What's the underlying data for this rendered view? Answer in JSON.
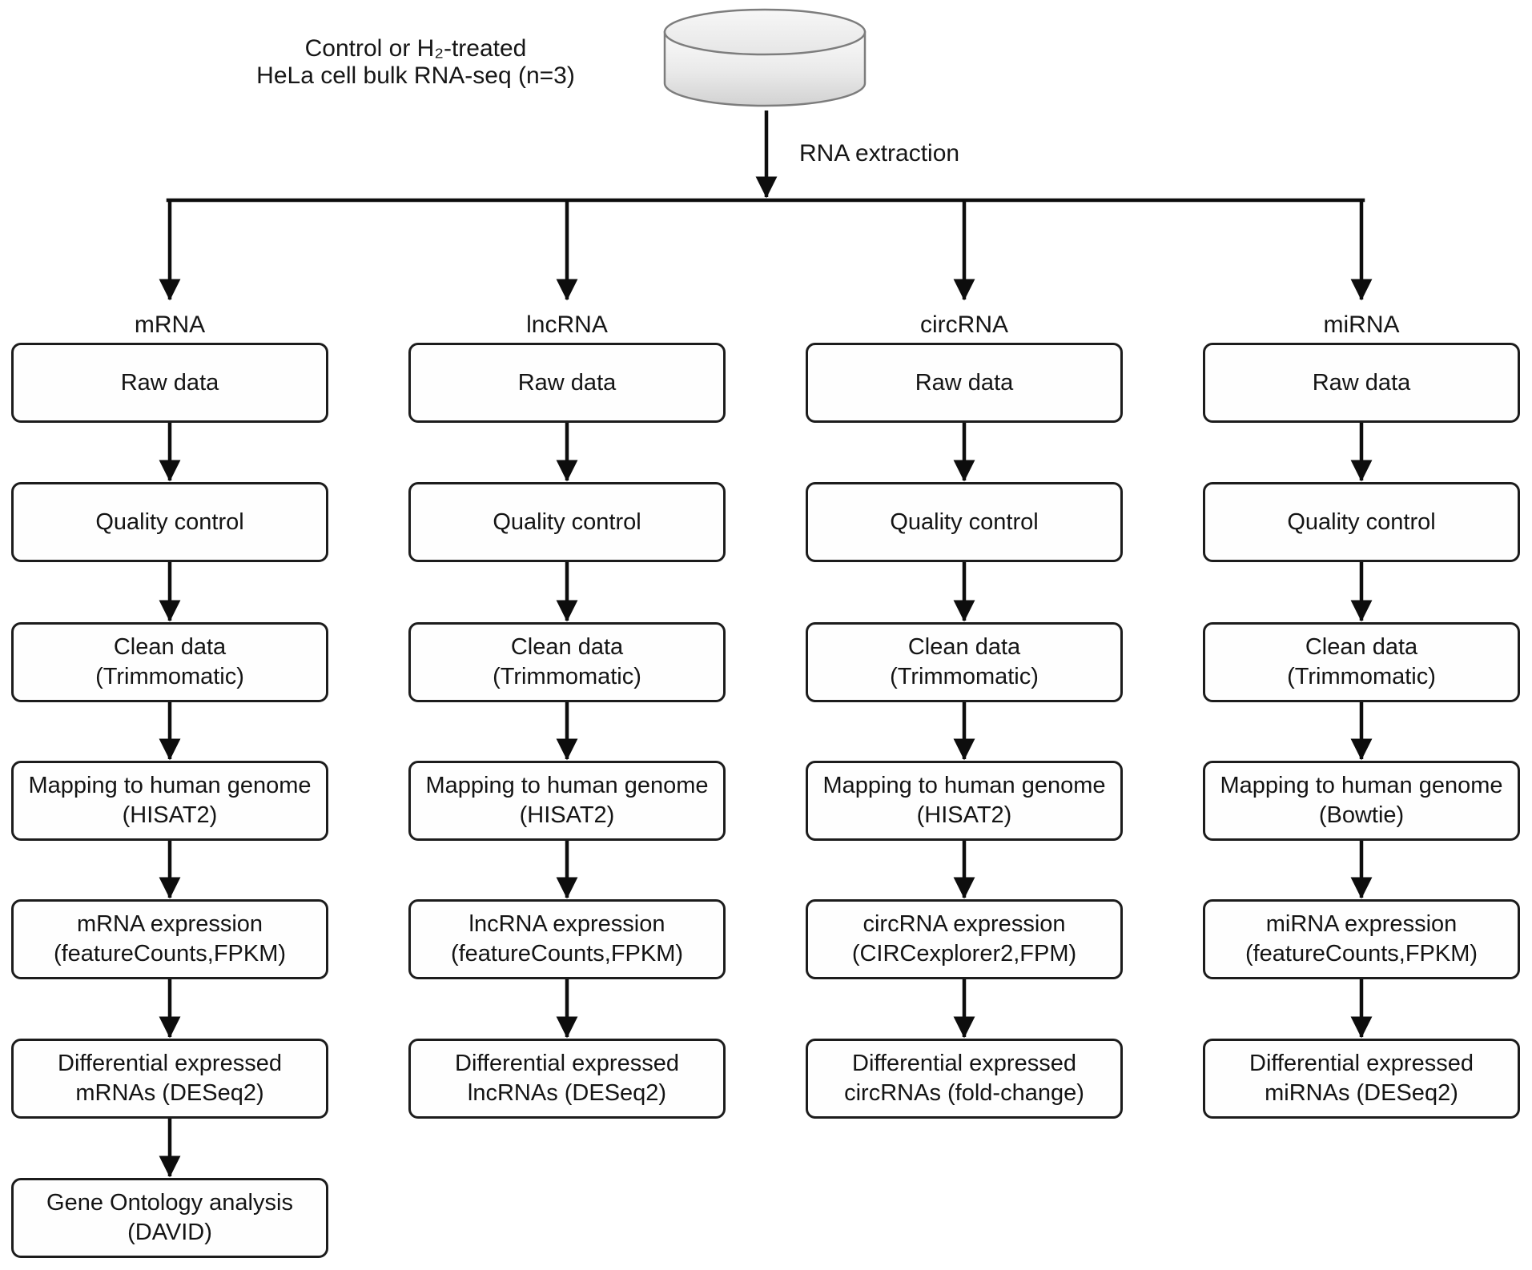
{
  "diagram": {
    "source": {
      "shape": "database-cylinder",
      "label_line1": "Control or H₂-treated",
      "label_line2": "HeLa cell bulk RNA-seq (n=3)"
    },
    "extraction_label": "RNA extraction",
    "colors": {
      "line": "#0d0d0d",
      "box_border": "#1c1c1c",
      "box_fill": "#fefefe",
      "cylinder_fill": "#e8e8e8",
      "cylinder_stroke": "#7d7d7d",
      "background": "#ffffff"
    },
    "columns": [
      {
        "label": "mRNA",
        "boxes": [
          {
            "line1": "Raw data",
            "line2": ""
          },
          {
            "line1": "Quality control",
            "line2": ""
          },
          {
            "line1": "Clean data",
            "line2": "(Trimmomatic)"
          },
          {
            "line1": "Mapping to human genome",
            "line2": "(HISAT2)"
          },
          {
            "line1": "mRNA expression",
            "line2": "(featureCounts,FPKM)"
          },
          {
            "line1": "Differential expressed",
            "line2": "mRNAs (DESeq2)"
          },
          {
            "line1": "Gene Ontology analysis",
            "line2": "(DAVID)"
          }
        ]
      },
      {
        "label": "lncRNA",
        "boxes": [
          {
            "line1": "Raw data",
            "line2": ""
          },
          {
            "line1": "Quality control",
            "line2": ""
          },
          {
            "line1": "Clean data",
            "line2": "(Trimmomatic)"
          },
          {
            "line1": "Mapping to human genome",
            "line2": "(HISAT2)"
          },
          {
            "line1": "lncRNA expression",
            "line2": "(featureCounts,FPKM)"
          },
          {
            "line1": "Differential expressed",
            "line2": "lncRNAs (DESeq2)"
          }
        ]
      },
      {
        "label": "circRNA",
        "boxes": [
          {
            "line1": "Raw data",
            "line2": ""
          },
          {
            "line1": "Quality control",
            "line2": ""
          },
          {
            "line1": "Clean data",
            "line2": "(Trimmomatic)"
          },
          {
            "line1": "Mapping to human genome",
            "line2": "(HISAT2)"
          },
          {
            "line1": "circRNA expression",
            "line2": "(CIRCexplorer2,FPM)"
          },
          {
            "line1": "Differential expressed",
            "line2": "circRNAs (fold-change)"
          }
        ]
      },
      {
        "label": "miRNA",
        "boxes": [
          {
            "line1": "Raw data",
            "line2": ""
          },
          {
            "line1": "Quality control",
            "line2": ""
          },
          {
            "line1": "Clean data",
            "line2": "(Trimmomatic)"
          },
          {
            "line1": "Mapping to human genome",
            "line2": "(Bowtie)"
          },
          {
            "line1": "miRNA expression",
            "line2": "(featureCounts,FPKM)"
          },
          {
            "line1": "Differential expressed",
            "line2": "miRNAs (DESeq2)"
          }
        ]
      }
    ]
  }
}
